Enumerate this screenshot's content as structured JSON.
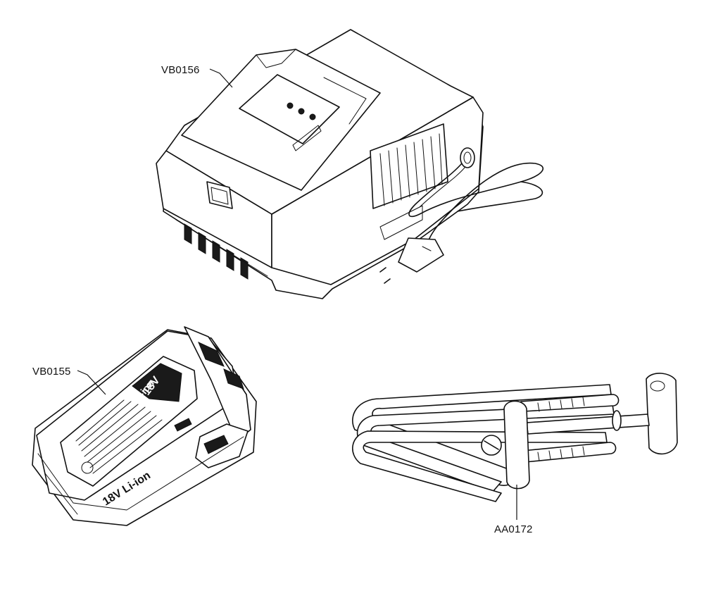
{
  "parts": [
    {
      "id": "charger",
      "label": "VB0156"
    },
    {
      "id": "battery",
      "label": "VB0155"
    },
    {
      "id": "bracket",
      "label": "AA0172"
    }
  ],
  "battery_markings": {
    "top_voltage": "18V",
    "top_chemistry": "Li-ion",
    "side_text": "18V Li-ion"
  }
}
